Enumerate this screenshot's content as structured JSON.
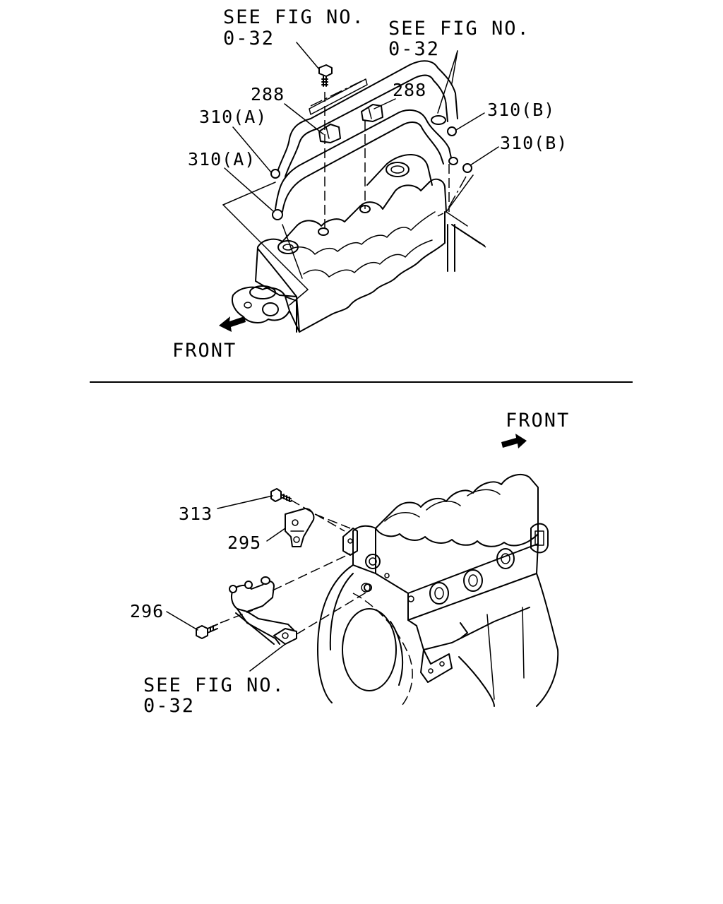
{
  "top": {
    "see_fig_1_line1": "SEE FIG NO.",
    "see_fig_1_line2": "0-32",
    "see_fig_2_line1": "SEE FIG NO.",
    "see_fig_2_line2": "0-32",
    "part_288_a": "288",
    "part_288_b": "288",
    "part_310a_1": "310(A)",
    "part_310a_2": "310(A)",
    "part_310b_1": "310(B)",
    "part_310b_2": "310(B)",
    "front_label": "FRONT"
  },
  "bottom": {
    "front_label": "FRONT",
    "part_313": "313",
    "part_295": "295",
    "part_296": "296",
    "see_fig_line1": "SEE FIG NO.",
    "see_fig_line2": "0-32"
  },
  "colors": {
    "line": "#000000",
    "background": "#ffffff"
  }
}
